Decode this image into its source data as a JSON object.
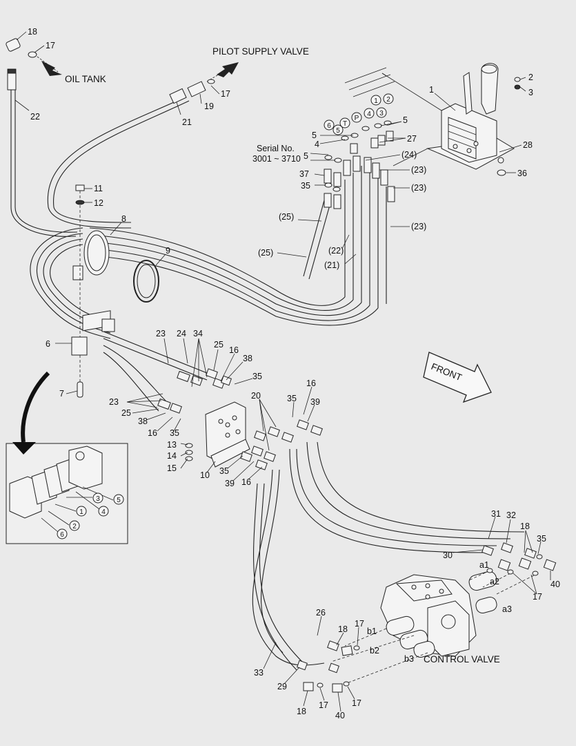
{
  "labels": {
    "oil_tank": "OIL TANK",
    "pilot_supply_valve": "PILOT SUPPLY VALVE",
    "serial_no_title": "Serial No.",
    "serial_no_range": "3001 ~ 3710",
    "front": "FRONT",
    "control_valve": "CONTROL VALVE"
  },
  "part_numbers": [
    "1",
    "2",
    "3",
    "4",
    "5",
    "6",
    "7",
    "8",
    "9",
    "10",
    "11",
    "12",
    "13",
    "14",
    "15",
    "16",
    "17",
    "18",
    "19",
    "20",
    "21",
    "22",
    "23",
    "24",
    "25",
    "26",
    "27",
    "28",
    "29",
    "30",
    "31",
    "32",
    "33",
    "34",
    "35",
    "36",
    "37",
    "38",
    "39",
    "40"
  ],
  "ref_numbers": [
    "(21)",
    "(22)",
    "(23)",
    "(24)",
    "(25)"
  ],
  "port_labels": [
    "a1",
    "a2",
    "a3",
    "b1",
    "b2",
    "b3"
  ],
  "circled_ports": [
    "1",
    "2",
    "3",
    "4",
    "5",
    "6",
    "T",
    "P"
  ],
  "callouts": [
    {
      "text": "18"
    },
    {
      "text": "17"
    },
    {
      "text": "22"
    },
    {
      "text": "17"
    },
    {
      "text": "19"
    },
    {
      "text": "21"
    },
    {
      "text": "11"
    },
    {
      "text": "12"
    },
    {
      "text": "8"
    },
    {
      "text": "9"
    },
    {
      "text": "1"
    },
    {
      "text": "2"
    },
    {
      "text": "3"
    },
    {
      "text": "28"
    },
    {
      "text": "36"
    },
    {
      "text": "27"
    },
    {
      "text": "5"
    },
    {
      "text": "5"
    },
    {
      "text": "4"
    },
    {
      "text": "5"
    },
    {
      "text": "37"
    },
    {
      "text": "35"
    },
    {
      "text": "(24)"
    },
    {
      "text": "(23)"
    },
    {
      "text": "(23)"
    },
    {
      "text": "(23)"
    },
    {
      "text": "(25)"
    },
    {
      "text": "(25)"
    },
    {
      "text": "(22)"
    },
    {
      "text": "(21)"
    },
    {
      "text": "6"
    },
    {
      "text": "7"
    },
    {
      "text": "23"
    },
    {
      "text": "24"
    },
    {
      "text": "34"
    },
    {
      "text": "25"
    },
    {
      "text": "16"
    },
    {
      "text": "38"
    },
    {
      "text": "35"
    },
    {
      "text": "23"
    },
    {
      "text": "25"
    },
    {
      "text": "38"
    },
    {
      "text": "16"
    },
    {
      "text": "35"
    },
    {
      "text": "13"
    },
    {
      "text": "14"
    },
    {
      "text": "15"
    },
    {
      "text": "10"
    },
    {
      "text": "35"
    },
    {
      "text": "39"
    },
    {
      "text": "16"
    },
    {
      "text": "20"
    },
    {
      "text": "35"
    },
    {
      "text": "16"
    },
    {
      "text": "39"
    },
    {
      "text": "31"
    },
    {
      "text": "32"
    },
    {
      "text": "18"
    },
    {
      "text": "35"
    },
    {
      "text": "30"
    },
    {
      "text": "40"
    },
    {
      "text": "17"
    },
    {
      "text": "26"
    },
    {
      "text": "18"
    },
    {
      "text": "17"
    },
    {
      "text": "33"
    },
    {
      "text": "29"
    },
    {
      "text": "18"
    },
    {
      "text": "17"
    },
    {
      "text": "40"
    },
    {
      "text": "17"
    }
  ]
}
